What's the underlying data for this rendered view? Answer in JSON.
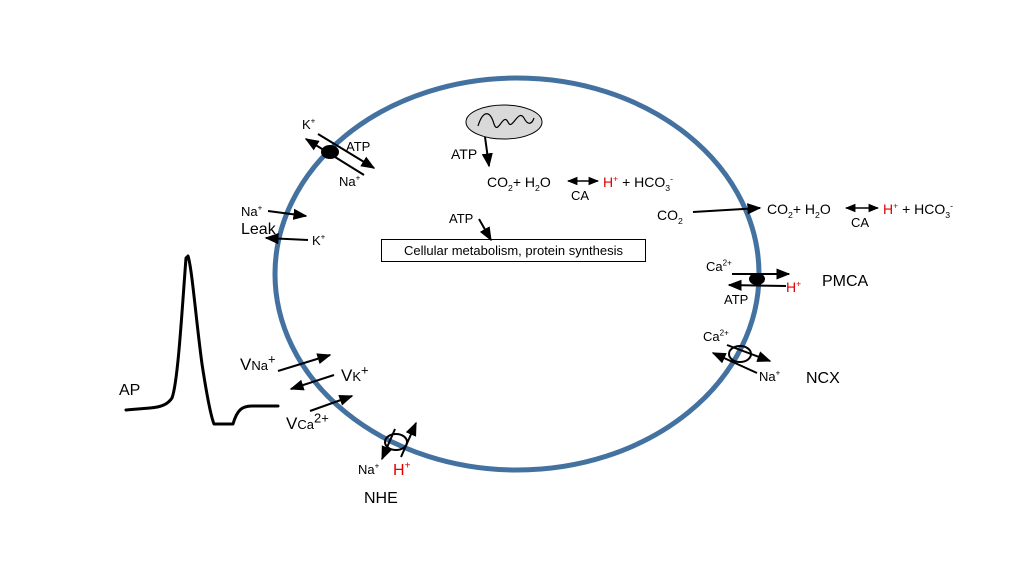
{
  "colors": {
    "membrane": "#4472a0",
    "proton": "#e00000",
    "mitochondrion_fill": "#d9d9d9"
  },
  "top_pump": {
    "k_label": "K",
    "k_charge": "+",
    "atp_label": "ATP",
    "na_label": "Na",
    "na_charge": "+"
  },
  "leak": {
    "na_label": "Na",
    "na_charge": "+",
    "name": "Leak",
    "k_label": "K",
    "k_charge": "+"
  },
  "mito_atp": "ATP",
  "inner_reaction": {
    "co2": "CO",
    "sub2": "2",
    "plus_water": "+ H",
    "water_sub": "2",
    "water_o": "O",
    "enzyme": "CA",
    "proton": "H",
    "proton_charge": "+",
    "bicarb": "+ HCO",
    "bicarb_sub": "3",
    "bicarb_charge": "-"
  },
  "metabolism": {
    "atp_label": "ATP",
    "box_text": "Cellular metabolism, protein synthesis"
  },
  "co2_entry": {
    "co2": "CO",
    "sub2": "2"
  },
  "outer_reaction": {
    "co2": "CO",
    "sub2": "2",
    "plus_water": "+ H",
    "water_sub": "2",
    "water_o": "O",
    "enzyme": "CA",
    "proton": "H",
    "proton_charge": "+",
    "bicarb": "+ HCO",
    "bicarb_sub": "3",
    "bicarb_charge": "-"
  },
  "pmca": {
    "ca_label": "Ca",
    "ca_charge": "2+",
    "proton": "H",
    "proton_charge": "+",
    "atp_label": "ATP",
    "name": "PMCA"
  },
  "ncx": {
    "ca_label": "Ca",
    "ca_charge": "2+",
    "na_label": "Na",
    "na_charge": "+",
    "name": "NCX"
  },
  "nhe": {
    "na_label": "Na",
    "na_charge": "+",
    "proton": "H",
    "proton_charge": "+",
    "name": "NHE"
  },
  "channels": {
    "vna": {
      "v": "V",
      "ion": "Na",
      "charge": "+"
    },
    "vk": {
      "v": "V",
      "ion": "K",
      "charge": "+"
    },
    "vca": {
      "v": "V",
      "ion": "Ca",
      "charge": "2+"
    }
  },
  "ap_label": "AP"
}
